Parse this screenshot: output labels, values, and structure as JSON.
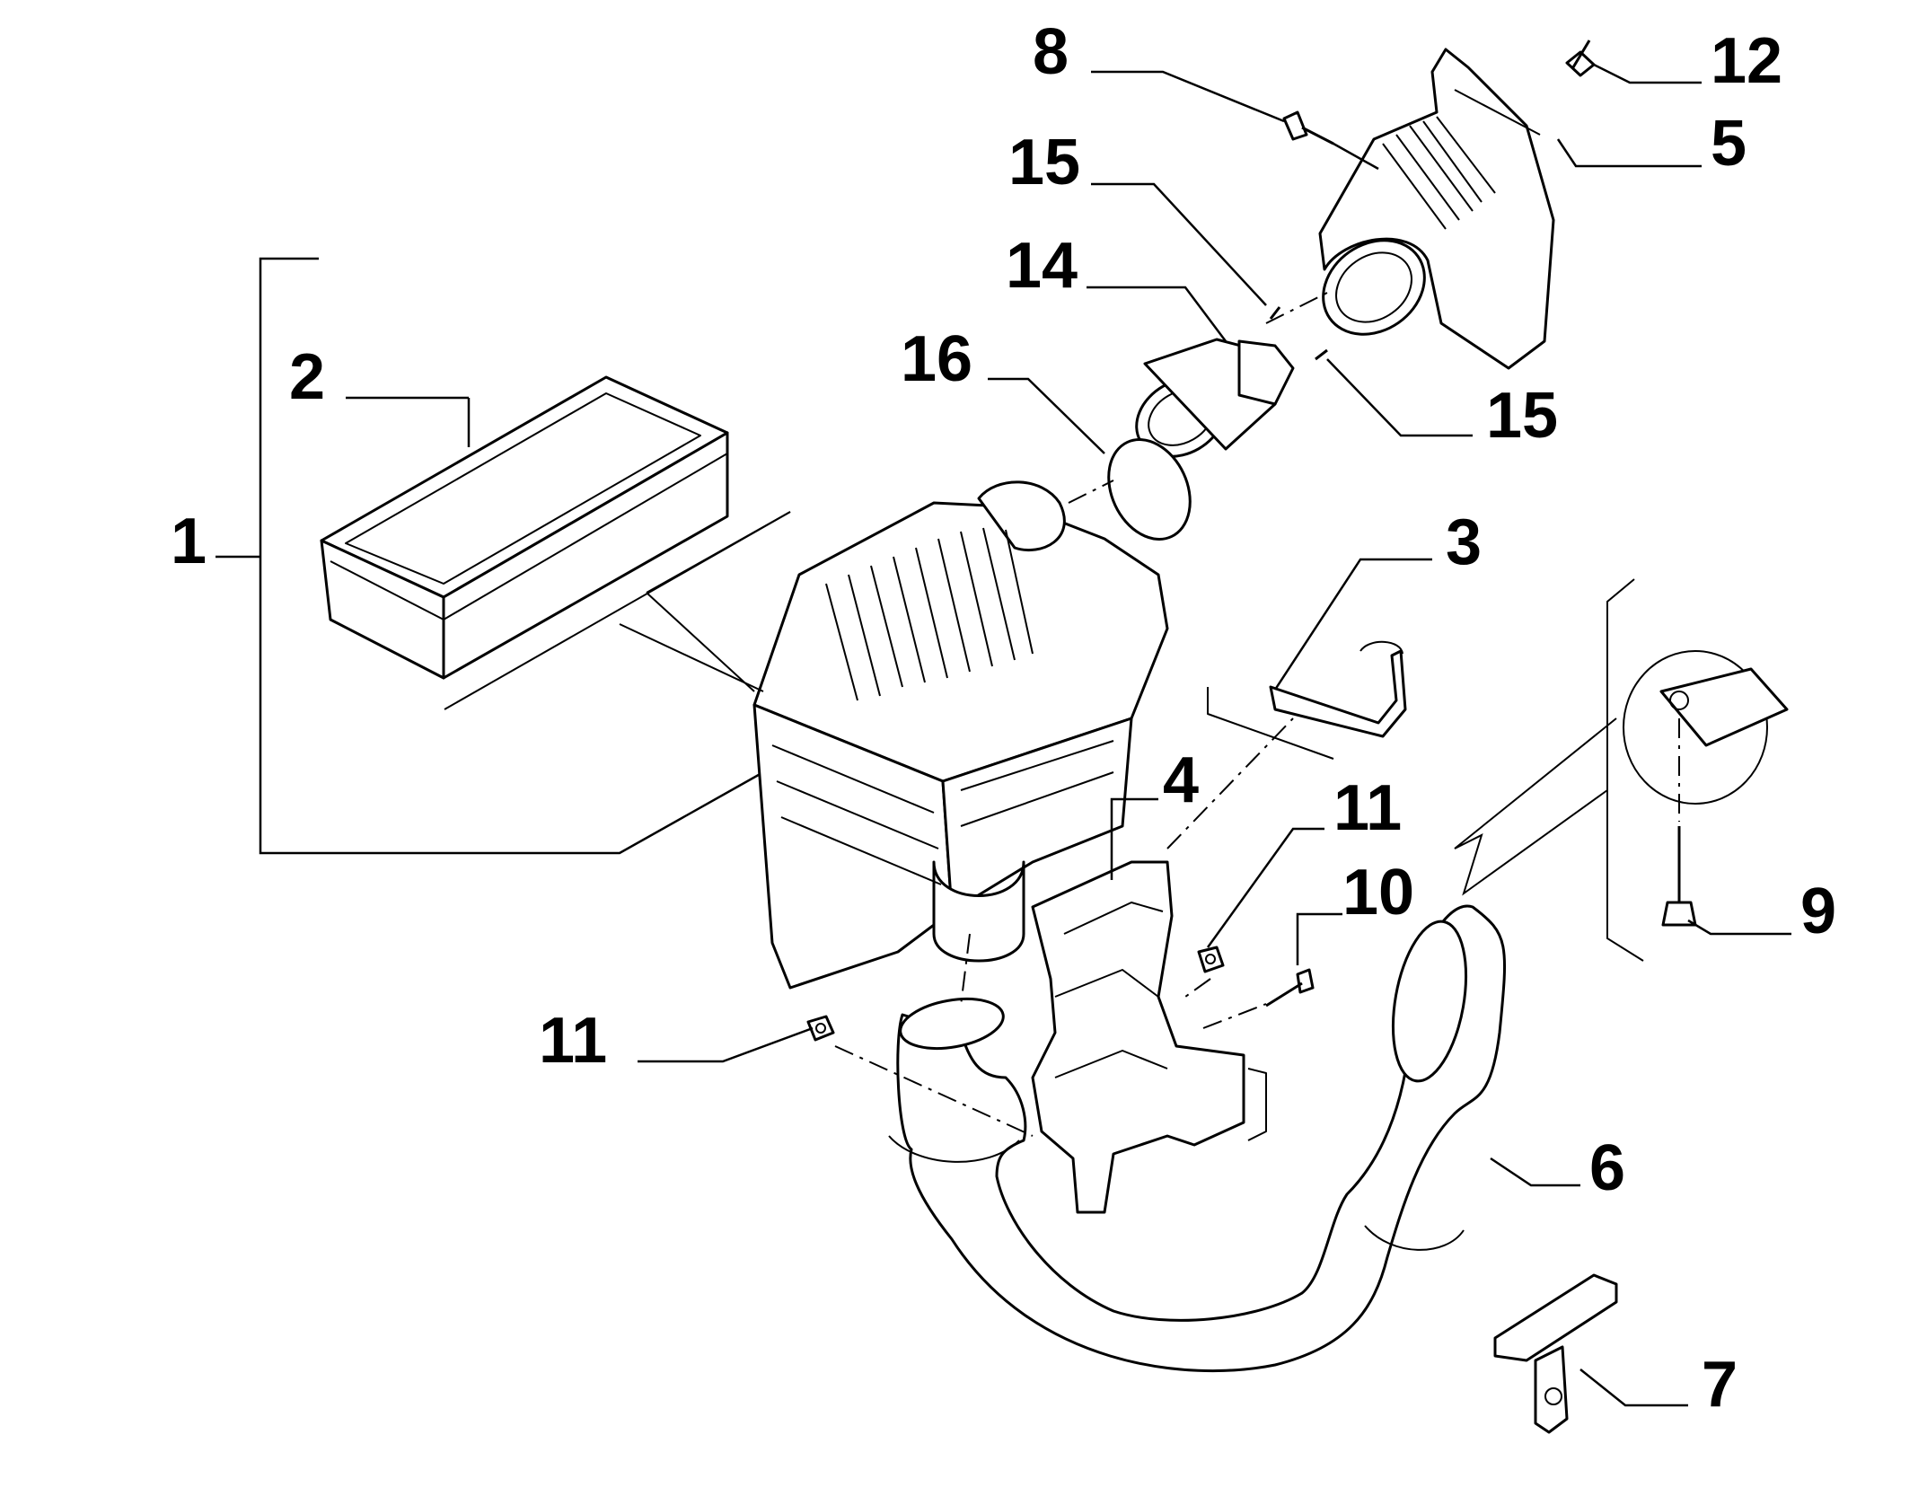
{
  "diagram": {
    "callouts": [
      {
        "id": "c1",
        "label": "1"
      },
      {
        "id": "c2",
        "label": "2"
      },
      {
        "id": "c3",
        "label": "3"
      },
      {
        "id": "c4",
        "label": "4"
      },
      {
        "id": "c5",
        "label": "5"
      },
      {
        "id": "c6",
        "label": "6"
      },
      {
        "id": "c7",
        "label": "7"
      },
      {
        "id": "c8",
        "label": "8"
      },
      {
        "id": "c9",
        "label": "9"
      },
      {
        "id": "c10",
        "label": "10"
      },
      {
        "id": "c11a",
        "label": "11"
      },
      {
        "id": "c11b",
        "label": "11"
      },
      {
        "id": "c12",
        "label": "12"
      },
      {
        "id": "c14",
        "label": "14"
      },
      {
        "id": "c15a",
        "label": "15"
      },
      {
        "id": "c15b",
        "label": "15"
      },
      {
        "id": "c16",
        "label": "16"
      }
    ]
  }
}
